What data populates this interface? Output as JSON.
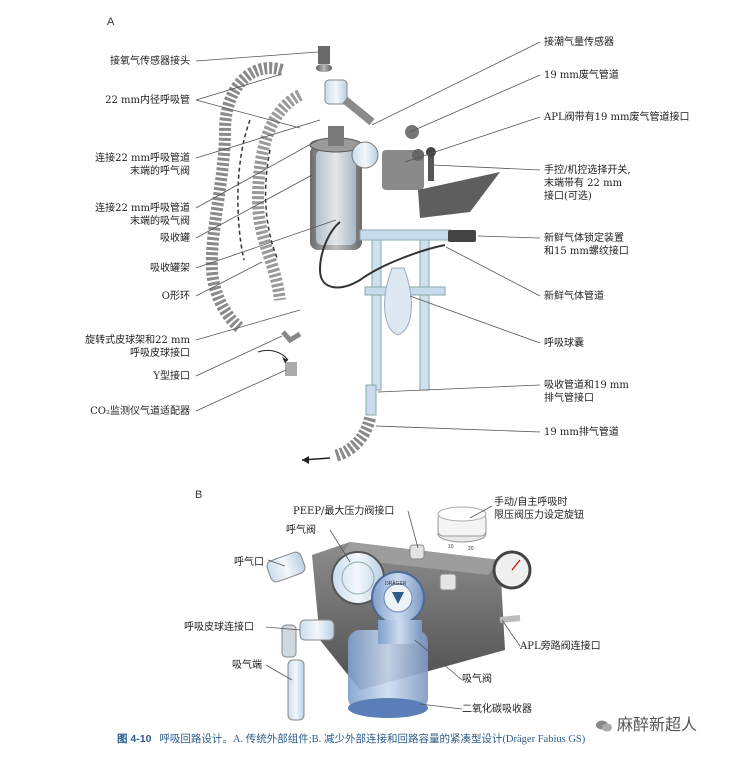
{
  "panel_a": {
    "letter": "A",
    "left_labels": [
      {
        "id": "o2-sensor",
        "lines": [
          "接氧气传感器接头"
        ]
      },
      {
        "id": "tubing-22mm",
        "lines": [
          "22 mm内径呼吸管"
        ]
      },
      {
        "id": "exp-valve",
        "lines": [
          "连接22 mm呼吸管道",
          "末端的呼气阀"
        ]
      },
      {
        "id": "insp-valve",
        "lines": [
          "连接22 mm呼吸管道",
          "末端的吸气阀"
        ]
      },
      {
        "id": "absorber",
        "lines": [
          "吸收罐"
        ]
      },
      {
        "id": "absorber-bracket",
        "lines": [
          "吸收罐架"
        ]
      },
      {
        "id": "o-ring",
        "lines": [
          "O形环"
        ]
      },
      {
        "id": "swivel-mount",
        "lines": [
          "旋转式皮球架和22 mm",
          "呼吸皮球接口"
        ]
      },
      {
        "id": "y-piece",
        "lines": [
          "Y型接口"
        ]
      },
      {
        "id": "co2-adapter",
        "lines": [
          "CO₂监测仪气道适配器"
        ]
      }
    ],
    "right_labels": [
      {
        "id": "tidal-sensor",
        "lines": [
          "接潮气量传感器"
        ]
      },
      {
        "id": "scavenge-19",
        "lines": [
          "19 mm废气管道"
        ]
      },
      {
        "id": "apl-port",
        "lines": [
          "APL阀带有19 mm废气管道接口"
        ]
      },
      {
        "id": "bag-vent-switch",
        "lines": [
          "手控/机控选择开关,",
          "末端带有 22 mm",
          "接口(可选)"
        ]
      },
      {
        "id": "fgf-lock",
        "lines": [
          "新鲜气体锁定装置",
          "和15 mm螺纹接口"
        ]
      },
      {
        "id": "fgf-tube",
        "lines": [
          "新鲜气体管道"
        ]
      },
      {
        "id": "bag",
        "lines": [
          "呼吸球囊"
        ]
      },
      {
        "id": "absorb-tube",
        "lines": [
          "吸收管道和19 mm",
          "排气管接口"
        ]
      },
      {
        "id": "exhaust-19",
        "lines": [
          "19 mm排气管道"
        ]
      }
    ]
  },
  "panel_b": {
    "letter": "B",
    "labels": [
      {
        "id": "peep-port",
        "lines": [
          "PEEP/最大压力阀接口"
        ]
      },
      {
        "id": "exp-valve-b",
        "lines": [
          "呼气阀"
        ]
      },
      {
        "id": "exp-port",
        "lines": [
          "呼气口"
        ]
      },
      {
        "id": "bag-port",
        "lines": [
          "呼吸皮球连接口"
        ]
      },
      {
        "id": "insp-end",
        "lines": [
          "吸气端"
        ]
      },
      {
        "id": "apl-knob",
        "lines": [
          "手动/自主呼吸时",
          "限压阀压力设定旋钮"
        ]
      },
      {
        "id": "apl-bypass",
        "lines": [
          "APL旁路阀连接口"
        ]
      },
      {
        "id": "insp-valve-b",
        "lines": [
          "吸气阀"
        ]
      },
      {
        "id": "co2-absorber",
        "lines": [
          "二氧化碳吸收器"
        ]
      }
    ],
    "device_text": {
      "brand": "DRÄGER",
      "dial_a": "10",
      "dial_b": "20"
    }
  },
  "caption": {
    "figure": "图 4-10",
    "text": "呼吸回路设计。A. 传统外部组件;B. 减少外部连接和回路容量的紧凑型设计(Dräger Fabius GS)"
  },
  "watermark": {
    "text": "麻醉新超人"
  },
  "colors": {
    "tube": "#8a8a8a",
    "glass": "#d6e6f2",
    "metal": "#7d7d7d",
    "absorber_blue": "#9bb6dc",
    "caption": "#2c5c8a"
  }
}
